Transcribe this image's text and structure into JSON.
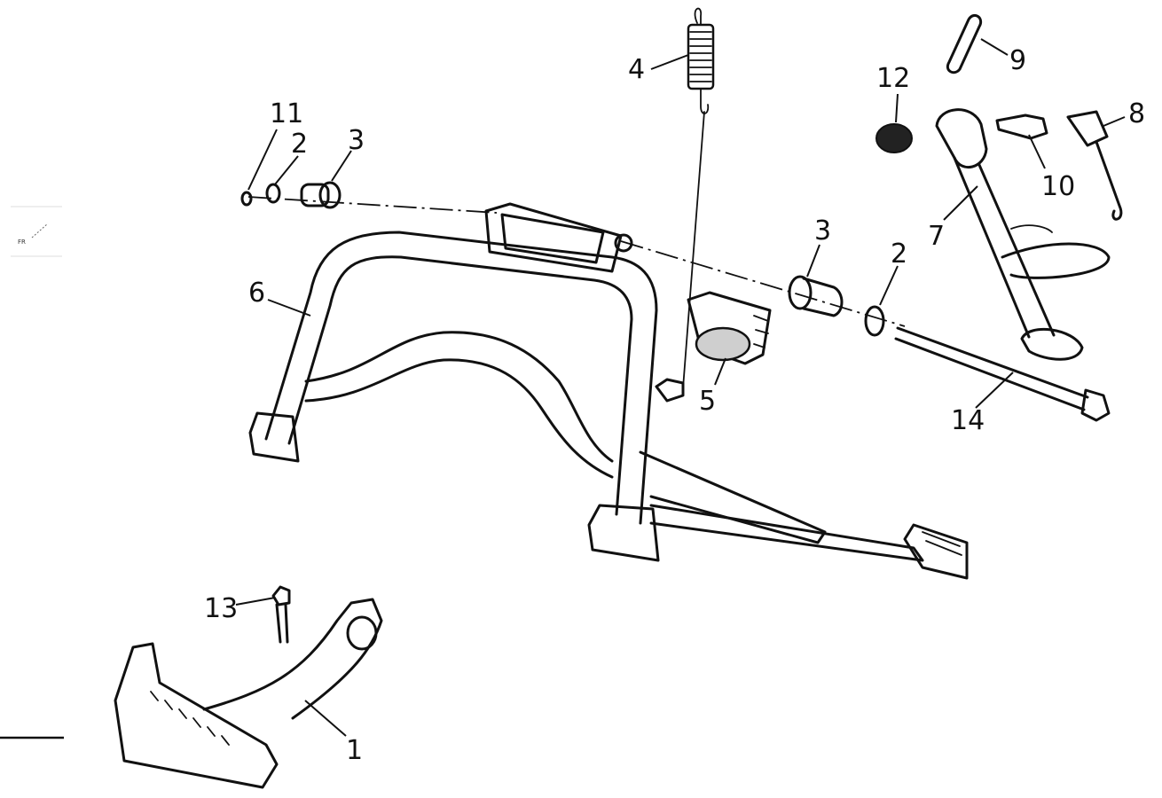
{
  "diagram": {
    "callouts": [
      {
        "id": "c1",
        "label": "1"
      },
      {
        "id": "c2a",
        "label": "2"
      },
      {
        "id": "c2b",
        "label": "2"
      },
      {
        "id": "c3a",
        "label": "3"
      },
      {
        "id": "c3b",
        "label": "3"
      },
      {
        "id": "c4",
        "label": "4"
      },
      {
        "id": "c5",
        "label": "5"
      },
      {
        "id": "c6",
        "label": "6"
      },
      {
        "id": "c7",
        "label": "7"
      },
      {
        "id": "c8",
        "label": "8"
      },
      {
        "id": "c9",
        "label": "9"
      },
      {
        "id": "c10",
        "label": "10"
      },
      {
        "id": "c11",
        "label": "11"
      },
      {
        "id": "c12",
        "label": "12"
      },
      {
        "id": "c13",
        "label": "13"
      },
      {
        "id": "c14",
        "label": "14"
      }
    ],
    "orientation_label": "FR"
  }
}
